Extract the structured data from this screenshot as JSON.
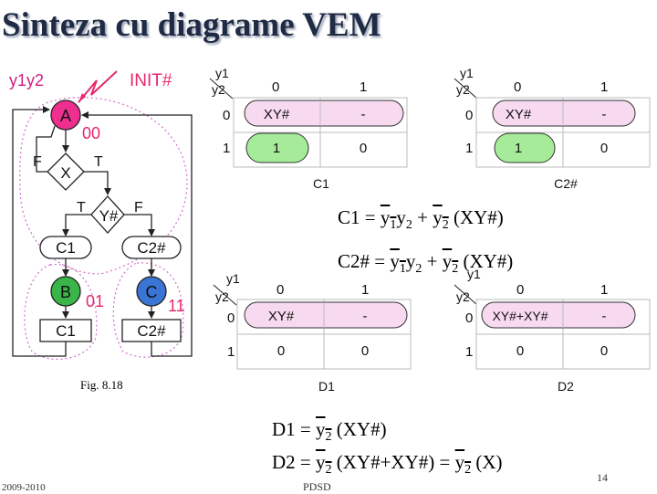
{
  "title": "Sinteza cu diagrame VEM",
  "asm": {
    "vars_label": "y1y2",
    "init_label": "INIT#",
    "state_a": "A",
    "state_a_code": "00",
    "cond_x": "X",
    "cond_yneg": "Y#",
    "branch_f1": "F",
    "branch_t1": "T",
    "branch_t2": "T",
    "branch_f2": "F",
    "out_c1_top": "C1",
    "out_c2_top": "C2#",
    "state_b": "B",
    "state_b_code": "01",
    "state_c": "C",
    "state_c_code": "11",
    "out_c1_bottom": "C1",
    "out_c2_bottom": "C2#"
  },
  "kmaps": {
    "var_y1": "y1",
    "var_y2": "y2",
    "col0": "0",
    "col1": "1",
    "row0": "0",
    "row1": "1",
    "c1": {
      "label": "C1",
      "cells": [
        "XY#",
        "-",
        "1",
        "0"
      ]
    },
    "c2": {
      "label": "C2#",
      "cells": [
        "XY#",
        "-",
        "1",
        "0"
      ]
    },
    "d1": {
      "label": "D1",
      "cells": [
        "XY#",
        "-",
        "0",
        "0"
      ]
    },
    "d2": {
      "label": "D2",
      "cells": [
        "XY#+XY#",
        "-",
        "0",
        "0"
      ]
    }
  },
  "equations": {
    "c1": {
      "lhs": "C1 =",
      "t1": "y",
      "s1": "1",
      "t2": "y",
      "s2": "2",
      "plus": "+",
      "t3": "y",
      "s3": "2",
      "tail": "(XY#)"
    },
    "c2": {
      "lhs": "C2# =",
      "t1": "y",
      "s1": "1",
      "t2": "y",
      "s2": "2",
      "plus": "+",
      "t3": "y",
      "s3": "2",
      "tail": "(XY#)"
    },
    "d1": {
      "lhs": "D1 =",
      "t1": "y",
      "s1": "2",
      "tail": "(XY#)"
    },
    "d2": {
      "lhs": "D2 =",
      "t1": "y",
      "s1": "2",
      "mid": "(XY#+XY#) =",
      "t2": "y",
      "s2": "2",
      "tail": "(X)"
    }
  },
  "fig_caption": "Fig. 8.18",
  "footer": {
    "year": "2009-2010",
    "course": "PDSD",
    "page": "14"
  },
  "colors": {
    "state_a": "#ef2f8f",
    "state_b": "#39b54a",
    "state_c": "#3a74d4",
    "kmap_fill": "#f7d9f0",
    "kmap_ok": "#a6eb9a",
    "accent": "#e8276f"
  }
}
